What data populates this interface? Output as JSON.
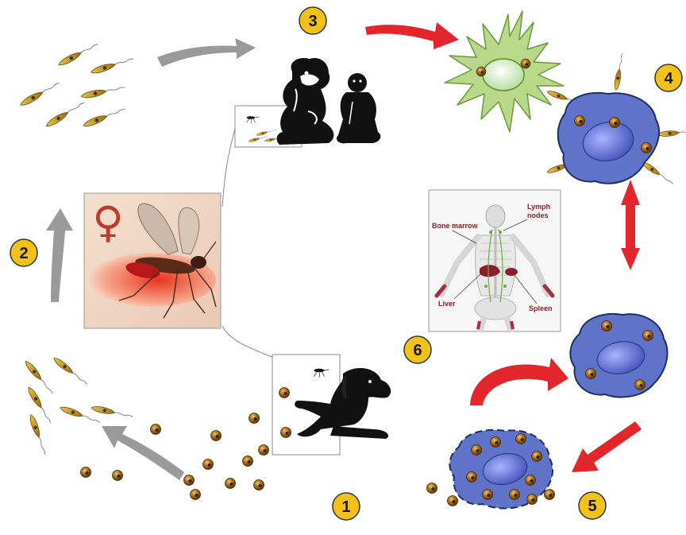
{
  "stages": [
    {
      "number": "1",
      "color": "#f2c21b"
    },
    {
      "number": "2",
      "color": "#f2c21b"
    },
    {
      "number": "3",
      "color": "#f2c21b"
    },
    {
      "number": "4",
      "color": "#f2c21b"
    },
    {
      "number": "5",
      "color": "#f2c21b"
    },
    {
      "number": "6",
      "color": "#f2c21b"
    }
  ],
  "sandfly": {
    "symbol": "♀"
  },
  "body_map": {
    "labels": {
      "bone_marrow": "Bone marrow",
      "lymph_line1": "Lymph",
      "lymph_line2": "nodes",
      "liver": "Liver",
      "spleen": "Spleen"
    }
  },
  "colors": {
    "gray_arrow": "#9a9a9a",
    "red_arrow": "#e3262b",
    "macrophage": "#5f74c8",
    "macrophage_edge": "#1f2e66",
    "dendritic": "#b9d98a",
    "parasite": "#c9a227",
    "amastigote": "#7a4a0e"
  },
  "icons": [
    "sandfly-icon",
    "dog-icon",
    "child-icon",
    "human-body-icon"
  ]
}
